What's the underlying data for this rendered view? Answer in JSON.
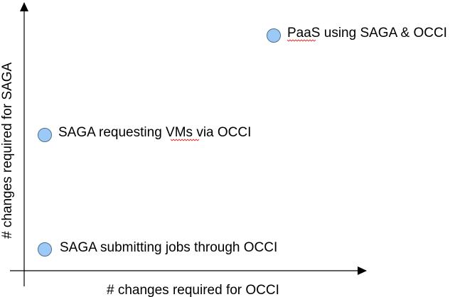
{
  "colors": {
    "axis": "#000000",
    "point_fill": "#9cc9f5",
    "point_stroke": "#4a6f8f",
    "spellcheck": "#e03030"
  },
  "axes": {
    "x_label": "# changes required for OCCI",
    "y_label": "# changes required for SAGA"
  },
  "points": [
    {
      "label": "PaaS using SAGA & OCCI",
      "underlined_word": "PaaS"
    },
    {
      "label": "SAGA requesting VMs via OCCI",
      "underlined_word": "VMs"
    },
    {
      "label": "SAGA submitting jobs through OCCI"
    }
  ]
}
